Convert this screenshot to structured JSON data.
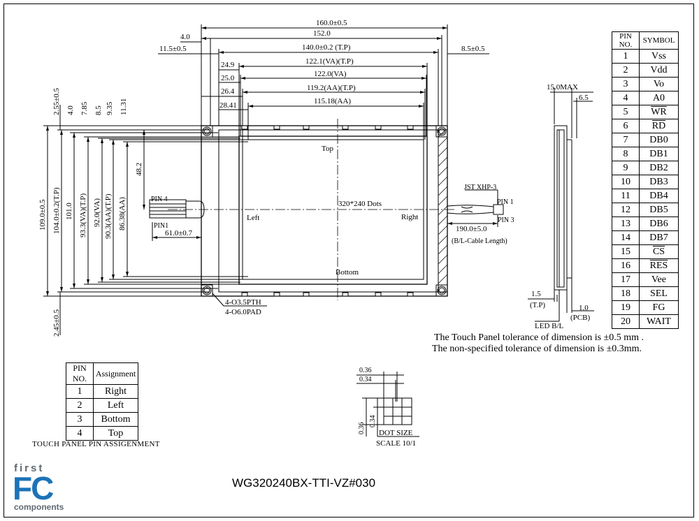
{
  "drawing": {
    "top_dims": {
      "overall_width": "160.0±0.5",
      "pcb_width": "152.0",
      "tp_width": "140.0±0.2 (T.P)",
      "va_tp_width": "122.1(VA)(T.P)",
      "va_width": "122.0(VA)",
      "aa_tp_width": "119.2(AA)(T.P)",
      "aa_width": "115.18(AA)",
      "left_hole_offset": "4.0",
      "left_edge_offset": "11.5±0.5",
      "right_edge_offset": "8.5±0.5",
      "va_tp_offset": "24.9",
      "va_offset": "25.0",
      "aa_tp_offset": "26.4",
      "aa_offset": "28.41"
    },
    "left_dims": {
      "overall_height": "109.0±0.5",
      "tp_height": "104.0±0.2(T.P)",
      "pcb_height": "101.0",
      "va_tp_height": "93.3(VA)(T.P)",
      "va_height": "92.0(VA)",
      "aa_tp_height": "90.3(AA)(T.P)",
      "aa_height": "86.38(AA)",
      "connector_offset": "48.2",
      "top_offsets": [
        "2.55±0.5",
        "4.0",
        "7.85",
        "8.5",
        "9.35",
        "11.31"
      ],
      "bottom_offset": "2.45±0.5",
      "pin_offset": "61.0±0.7"
    },
    "panel_labels": {
      "top": "Top",
      "bottom": "Bottom",
      "left": "Left",
      "right": "Right",
      "dots": "320*240 Dots",
      "pin4": "PIN 4",
      "pin1_left": "PIN1",
      "connector": "JST XHP-3",
      "pin1_right": "PIN 1",
      "pin3_right": "PIN 3",
      "cable_length": "190.0±5.0",
      "cable_caption": "(B/L-Cable Length)",
      "holes_1": "4-O3.5PTH",
      "holes_2": "4-O6.0PAD"
    },
    "side_view": {
      "max_thickness": "15.0MAX",
      "offset": "6.5",
      "tp_thickness": "1.5",
      "tp_label": "(T.P)",
      "pcb_thickness": "1.0",
      "pcb_label": "(PCB)",
      "led_label": "LED B/L"
    },
    "dot_size": {
      "pitch": "0.36",
      "dot": "0.34",
      "v_pitch": "0.36",
      "v_dot": "0.34",
      "caption": "DOT SIZE",
      "scale": "SCALE 10/1"
    }
  },
  "pin_table": {
    "headers": [
      "PIN NO.",
      "SYMBOL"
    ],
    "rows": [
      [
        "1",
        "Vss"
      ],
      [
        "2",
        "Vdd"
      ],
      [
        "3",
        "Vo"
      ],
      [
        "4",
        "A0"
      ],
      [
        "5",
        "WR"
      ],
      [
        "6",
        "RD"
      ],
      [
        "7",
        "DB0"
      ],
      [
        "8",
        "DB1"
      ],
      [
        "9",
        "DB2"
      ],
      [
        "10",
        "DB3"
      ],
      [
        "11",
        "DB4"
      ],
      [
        "12",
        "DB5"
      ],
      [
        "13",
        "DB6"
      ],
      [
        "14",
        "DB7"
      ],
      [
        "15",
        "CS"
      ],
      [
        "16",
        "RES"
      ],
      [
        "17",
        "Vee"
      ],
      [
        "18",
        "SEL"
      ],
      [
        "19",
        "FG"
      ],
      [
        "20",
        "WAIT"
      ]
    ],
    "overlined": [
      "WR",
      "RD",
      "CS",
      "RES"
    ]
  },
  "touch_table": {
    "headers": [
      "PIN NO.",
      "Assignment"
    ],
    "rows": [
      [
        "1",
        "Right"
      ],
      [
        "2",
        "Left"
      ],
      [
        "3",
        "Bottom"
      ],
      [
        "4",
        "Top"
      ]
    ],
    "caption": "TOUCH PANEL PIN ASSIGENMENT"
  },
  "notes": {
    "line1": "The Touch Panel  tolerance of dimension is ±0.5 mm .",
    "line2": "The non-specified tolerance of dimension is ±0.3mm."
  },
  "model": "WG320240BX-TTI-VZ#030",
  "logo": {
    "first": "first",
    "fc": "FC",
    "components": "components",
    "brand_color": "#1b73b8",
    "gray_color": "#606a72"
  }
}
